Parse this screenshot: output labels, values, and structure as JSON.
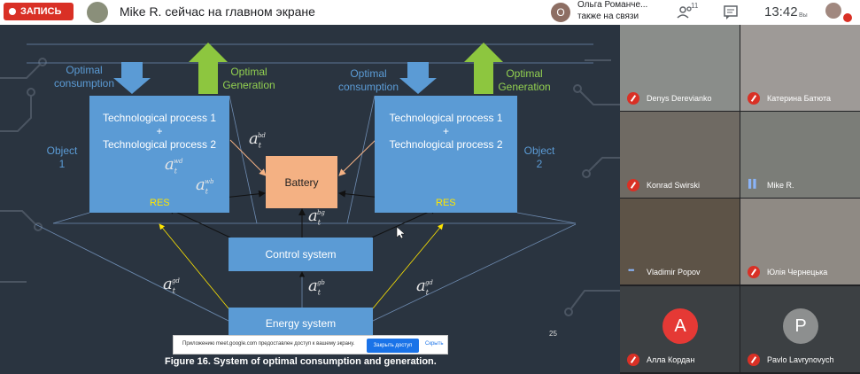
{
  "topbar": {
    "record_label": "ЗАПИСЬ",
    "presenting_text": "Mike R. сейчас на главном экране",
    "notice_initial": "О",
    "notice_name": "Ольга Романче...",
    "notice_status": "также на связи",
    "people_count": "11",
    "time": "13:42",
    "self_label": "Вы"
  },
  "slide": {
    "optimal_consumption_1": [
      "Optimal",
      "consumption"
    ],
    "optimal_generation_1": [
      "Optimal",
      "Generation"
    ],
    "optimal_consumption_2": [
      "Optimal",
      "consumption"
    ],
    "optimal_generation_2": [
      "Optimal",
      "Generation"
    ],
    "object1_label": [
      "Object",
      "1"
    ],
    "object2_label": [
      "Object",
      "2"
    ],
    "tp1": "Technological process 1",
    "plus": "+",
    "tp2": "Technological process 2",
    "res": "RES",
    "battery": "Battery",
    "control_system": "Control system",
    "energy_system": "Energy system",
    "coef_a": "a",
    "coef_t": "t",
    "sup_bd": "bd",
    "sup_wd": "wd",
    "sup_wb": "wb",
    "sup_bg": "bg",
    "sup_gd": "gd",
    "sup_gb": "gb",
    "caption": "Figure 16. System of optimal consumption and generation.",
    "page_number": "25"
  },
  "share_notice": {
    "text": "Приложению meet.google.com предоставлен доступ к вашему экрану.",
    "allow_button": "Закрыть доступ",
    "hide_button": "Скрыть"
  },
  "participants": [
    {
      "name": "Denys Derevianko",
      "muted": true
    },
    {
      "name": "Катерина Батюта",
      "muted": true
    },
    {
      "name": "Konrad Swirski",
      "muted": true
    },
    {
      "name": "Mike R.",
      "muted": false,
      "speaking": true
    },
    {
      "name": "Vladimir Popov",
      "muted": false
    },
    {
      "name": "Юлія Чернецька",
      "muted": true
    },
    {
      "name": "Алла Кордан",
      "muted": true,
      "initial": "А",
      "avatar_color": "#e53935"
    },
    {
      "name": "Pavlo Lavrynovych",
      "muted": true,
      "initial": "P",
      "avatar_color": "#8d8f8f"
    }
  ],
  "colors": {
    "slide_bg": "#2a3440",
    "box_blue": "#5b9bd5",
    "battery_orange": "#f4b183",
    "green_arrow": "#8dc63f",
    "res_yellow": "#ffe600",
    "record_red": "#d93025"
  }
}
